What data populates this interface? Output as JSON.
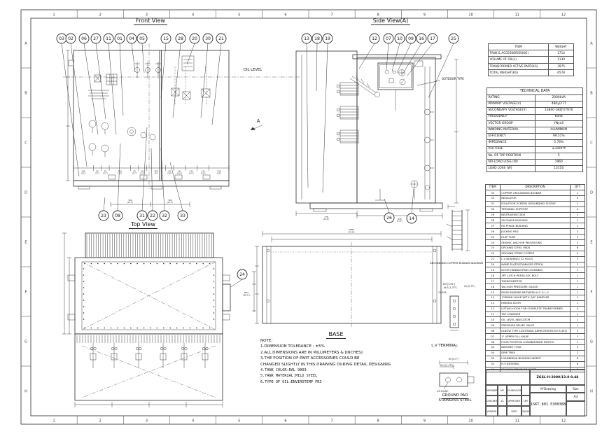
{
  "frame": {
    "cols": [
      "1",
      "2",
      "3",
      "4",
      "5",
      "6",
      "7",
      "8",
      "9",
      "10",
      "11",
      "12"
    ],
    "rows": [
      "A",
      "B",
      "C",
      "D",
      "E",
      "F",
      "G",
      "H"
    ]
  },
  "views": {
    "front": {
      "title": "Front View",
      "balloons_top": [
        "03",
        "02",
        "06",
        "27",
        "11",
        "01",
        "04",
        "05",
        "15",
        "28",
        "20",
        "30",
        "21"
      ],
      "balloons_bottom": [
        "23",
        "08",
        "31",
        "22",
        "32",
        "33"
      ],
      "oil_level": "OIL LEVEL",
      "section_label": "A"
    },
    "side": {
      "title": "Side View(A)",
      "balloons_top": [
        "13",
        "18",
        "19",
        "12",
        "07",
        "10",
        "09",
        "16",
        "17",
        "25"
      ],
      "balloons_bottom": [
        "26",
        "14"
      ],
      "outdoor_label": "OUTDOOR TYPE"
    },
    "top": {
      "title": "Top View",
      "balloon": "24"
    },
    "base": {
      "title": "BASE"
    },
    "busbar": {
      "label": "GROUNDING COPPER BUSBAR DIAGRAM"
    },
    "lv_terminal": {
      "label": "L.V TERMINAL"
    },
    "ground_pad": {
      "label_line1": "GROUND PAD",
      "label_line2": "STAINLESS STEEL"
    }
  },
  "dims": {
    "front_row": [
      "236 [9.3\"]",
      "95 [3.7\"]",
      "95 [3.7\"]",
      "254 [10\"]",
      "95 [3.7\"]",
      "95 [3.7\"]",
      "228 [9\"]",
      "96 [3.8\"]",
      "141 [5.6\"]",
      "141 [5.6\"]",
      "141 [5.6\"]",
      "236 [9.3\"]"
    ],
    "front_bottom": [
      "500 [19.7\"]",
      "500 [19.7\"]"
    ],
    "side_bottom": [
      "778 [30.6\"]",
      "945 [37.2\"]"
    ],
    "base_top": "1888 [74.3\"]",
    "top_hole": "Ø22 [Ø0.9\"]",
    "lv_detail": [
      "100 [3.94\"]",
      "44.5 [1.75\"]",
      "20 [0.79\"]",
      "12-Ø16"
    ],
    "ground_pad": [
      "89 [3.5\"]",
      "44.5 [1.75\"]",
      "1/2-13UNC"
    ]
  },
  "notes": {
    "heading": "NOTE:",
    "lines": [
      "1.DIMENSION TOLERANCE : ±5%",
      "2.ALL DIMENSIONS ARE IN MILLIMETERS & [INCHES]",
      "3.THE POSITION OF PART ACCESSORIES COULD BE",
      "CHANGED SLIGHTLY IN THIS DRAWING DURING DETAIL DESIGNING",
      "4.TANK COLOR:RAL 9003",
      "5.TANK MATERIAL:MILD STEEL",
      "6.TYPE OF OIL:ENVIROTEMP FR3"
    ]
  },
  "weight_table": {
    "headers": [
      "ITEM",
      "WEIGHT"
    ],
    "rows": [
      [
        "TANK & ACCESSORIES(KG)",
        "1714"
      ],
      [
        "VOLUME OF OIL(L)",
        "1139"
      ],
      [
        "TRANSFORMER ACTIVE PART(KG)",
        "3975"
      ],
      [
        "TOTAL WEIGHT(KG)",
        "6578"
      ]
    ]
  },
  "technical_data": {
    "title": "TECHNICAL DATA",
    "rows": [
      [
        "RATING",
        "2000kVA"
      ],
      [
        "PRIMARY VOLTAGE(V)",
        "480y/277"
      ],
      [
        "SECONDARY VOLTAGE(V)",
        "13800 GRDY/7970"
      ],
      [
        "FREQUENCY",
        "60Hz"
      ],
      [
        "VECTOR GROUP",
        "YNyn0"
      ],
      [
        "WINDING MATERIAL",
        "ALUMINUM"
      ],
      [
        "EFFICIENCY",
        "99.51%"
      ],
      [
        "IMPEDANCE",
        "5.76%"
      ],
      [
        "ALTITUDE",
        "≤3300 ft"
      ],
      [
        "No. OF TAP POSITION",
        "5"
      ],
      [
        "NO-LOAD LOSS (W)",
        "1960"
      ],
      [
        "LOAD LOSS (W)",
        "13150"
      ]
    ]
  },
  "parts_table": {
    "headers": [
      "ITEM",
      "DESCRIPTION",
      "QTY"
    ],
    "rows": [
      [
        "33",
        "COPPER GROUNDING BUSBAR",
        "1"
      ],
      [
        "32",
        "INSULATOR",
        "3"
      ],
      [
        "31",
        "ISOLATION SCREEN GROUNDING SLEEVE",
        "1"
      ],
      [
        "30",
        "TERMINAL SUPPORT",
        "4"
      ],
      [
        "29",
        "INSTRUMENT BOX",
        "1"
      ],
      [
        "28",
        "X0 PHASE BUSHING",
        "1"
      ],
      [
        "27",
        "H0 PHASE BUSHING",
        "1"
      ],
      [
        "26",
        "JACKING PAD",
        "2"
      ],
      [
        "25",
        "ELSP FUSE",
        "3"
      ],
      [
        "24",
        "SEISMIC ANCHOR PROVISIONS",
        "2"
      ],
      [
        "23",
        "GROUND STEEL PADS",
        "6"
      ],
      [
        "22",
        "GROUND STRAP COPPER",
        "2"
      ],
      [
        "21",
        "L.V BUSHING (12 HOLE)",
        "3"
      ],
      [
        "20",
        "NAME PLATE(STAINLESS STEEL)",
        "1"
      ],
      [
        "19",
        "DOOR HANDLE(PAD LOCKABLE)",
        "1"
      ],
      [
        "18",
        "3PT LATCH PENTA SEC BOLT",
        "1"
      ],
      [
        "17",
        "THERMOMETER",
        "1"
      ],
      [
        "16",
        "VACUUM PRESSURE GAUGE",
        "1"
      ],
      [
        "15",
        "RIGID BARRIER BETWEEN H.V & L.V",
        "1"
      ],
      [
        "14",
        "1\"DRAIN VALVE WITH 3/8\" SAMPLER",
        "1"
      ],
      [
        "13",
        "HINGED DOOR",
        "1"
      ],
      [
        "12",
        "LIFTING HOOK FOR COMPLETE TRANSFORMER",
        "4"
      ],
      [
        "11",
        "TAP CHANGER",
        "1"
      ],
      [
        "10",
        "OIL LEVEL INDICATOR",
        "1"
      ],
      [
        "09",
        "PRESSURE RELIEF VALVE",
        "1"
      ],
      [
        "08",
        "ELBOW TYPE LIGHTNING ARRESTER(MCOV 8.4kV)",
        "3"
      ],
      [
        "07",
        "1\" UPPER FILL VALVE",
        "1"
      ],
      [
        "06",
        "FOUR POSITION LOADBREAKER SWITCH",
        "1"
      ],
      [
        "05",
        "BAYONET FUSE",
        "3"
      ],
      [
        "04",
        "DRIP TRAY",
        "1"
      ],
      [
        "03",
        "LOADBREAK BUSHING INSERT",
        "6"
      ],
      [
        "02",
        "H.V BUSHING",
        "6"
      ],
      [
        "01",
        "PARKING STAND BRACKET",
        "6"
      ]
    ]
  },
  "title_block": {
    "model": "ZGSL-H-2000/13.8-0.48",
    "n_drawing_label": "N°Drawing",
    "size_label": "Size",
    "size": "A3",
    "drawing_no": "1SKT.801.530036B",
    "roles": [
      [
        "DESIGNER",
        "MY",
        "TECHNOLOGIST",
        ""
      ],
      [
        "CHECKER",
        "ZL",
        "APPROVER",
        "LRY"
      ],
      [
        "VERIFIER",
        "",
        "DATE",
        "10/30/2025"
      ]
    ]
  }
}
